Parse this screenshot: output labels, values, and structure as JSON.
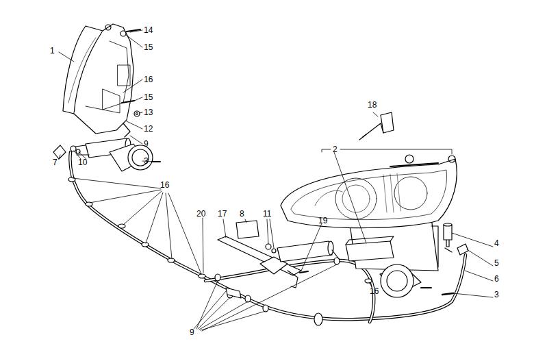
{
  "diagram": {
    "labels": [
      "14",
      "15",
      "1",
      "16",
      "15",
      "13",
      "12",
      "9",
      "3",
      "7",
      "10",
      "18",
      "2",
      "16",
      "20",
      "17",
      "8",
      "11",
      "19",
      "4",
      "5",
      "6",
      "3",
      "16",
      "9"
    ]
  }
}
